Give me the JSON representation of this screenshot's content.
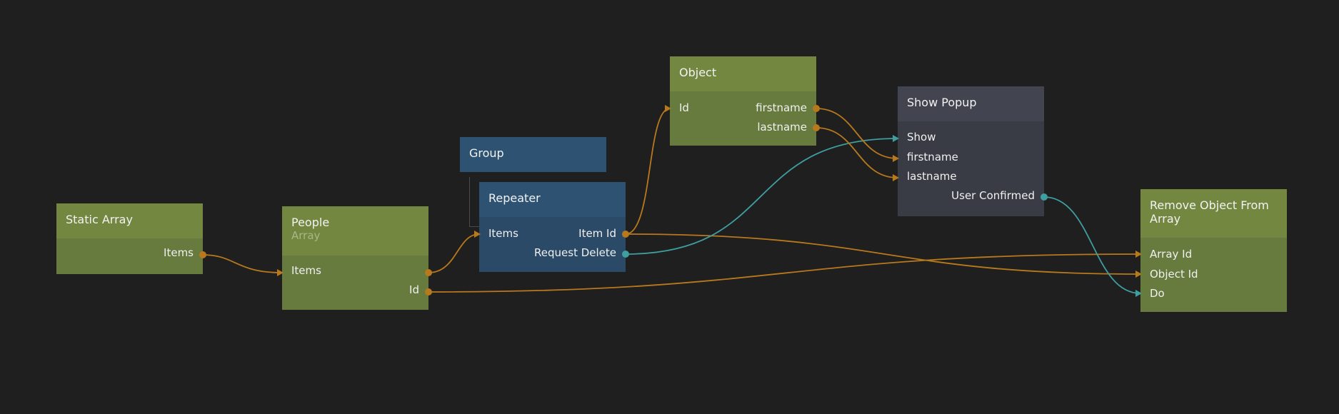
{
  "nodes": {
    "static_array": {
      "title": "Static Array",
      "outputs": [
        "Items"
      ]
    },
    "people": {
      "title": "People",
      "subtitle": "Array",
      "inputs": [
        "Items"
      ],
      "outputs": [
        "Id"
      ]
    },
    "group": {
      "title": "Group"
    },
    "repeater": {
      "title": "Repeater",
      "inputs": [
        "Items"
      ],
      "outputs": [
        "Item Id",
        "Request Delete"
      ]
    },
    "object": {
      "title": "Object",
      "inputs": [
        "Id"
      ],
      "outputs": [
        "firstname",
        "lastname"
      ]
    },
    "show_popup": {
      "title": "Show Popup",
      "inputs": [
        "Show",
        "firstname",
        "lastname"
      ],
      "outputs": [
        "User Confirmed"
      ]
    },
    "remove_object": {
      "title": "Remove Object From Array",
      "inputs": [
        "Array Id",
        "Object Id",
        "Do"
      ]
    }
  },
  "colors": {
    "canvas": "#1f1f1f",
    "data_wire": "#b8791d",
    "signal_wire": "#3f9ea0",
    "data_node_head": "#738741",
    "data_node_body": "#667b3d",
    "visual_node_head": "#2e5271",
    "visual_node_body": "#2a4a67",
    "logic_node_head": "#42454f",
    "logic_node_body": "#393c45"
  },
  "connections": [
    {
      "from": "static_array.Items",
      "to": "people.Items",
      "kind": "data"
    },
    {
      "from": "people.Items",
      "to": "repeater.Items",
      "kind": "data"
    },
    {
      "from": "people.Id",
      "to": "remove_object.Array Id",
      "kind": "data"
    },
    {
      "from": "repeater.Item Id",
      "to": "object.Id",
      "kind": "data"
    },
    {
      "from": "repeater.Item Id",
      "to": "remove_object.Object Id",
      "kind": "data"
    },
    {
      "from": "repeater.Request Delete",
      "to": "show_popup.Show",
      "kind": "signal"
    },
    {
      "from": "object.firstname",
      "to": "show_popup.firstname",
      "kind": "data"
    },
    {
      "from": "object.lastname",
      "to": "show_popup.lastname",
      "kind": "data"
    },
    {
      "from": "show_popup.User Confirmed",
      "to": "remove_object.Do",
      "kind": "signal"
    }
  ]
}
